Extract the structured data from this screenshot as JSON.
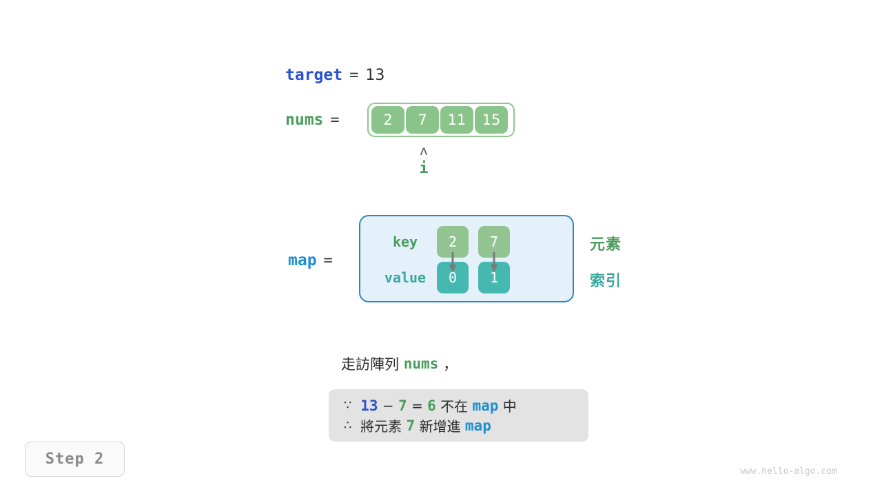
{
  "target": {
    "name": "target",
    "equals": "=",
    "value": "13"
  },
  "nums": {
    "name": "nums",
    "equals": "=",
    "cells": [
      "2",
      "7",
      "11",
      "15"
    ],
    "pointer": {
      "caret": "ʌ",
      "label": "i",
      "index": 1
    }
  },
  "map": {
    "name": "map",
    "equals": "=",
    "row_labels": {
      "key": "key",
      "value": "value"
    },
    "keys": [
      "2",
      "7"
    ],
    "values": [
      "0",
      "1"
    ],
    "tags": {
      "element": "元素",
      "index": "索引"
    }
  },
  "caption": {
    "prefix": "走訪陣列",
    "code": "nums",
    "suffix": "，"
  },
  "note": {
    "line1": {
      "sym": "∵",
      "a": "13",
      "minus": "−",
      "b": "7",
      "eq": "=",
      "result": "6",
      "mid": "不在",
      "map": "map",
      "tail": "中"
    },
    "line2": {
      "sym": "∴",
      "pre": "將元素",
      "elem": "7",
      "mid": "新增進",
      "map": "map"
    }
  },
  "step_badge": "Step 2",
  "watermark": "www.hello-algo.com",
  "colors": {
    "target_blue": "#2a52ce",
    "map_blue": "#1f8fd0",
    "nums_green": "#4a9c5d",
    "cell_green": "#8bc48a",
    "key_green": "#92c492",
    "value_teal": "#45b8b0",
    "map_box_fill": "#e4f1fb",
    "map_box_border": "#2e86c8",
    "note_box": "#e3e3e3",
    "arrow_gray": "#7a7a7a",
    "text_dark": "#2e2e2e"
  }
}
